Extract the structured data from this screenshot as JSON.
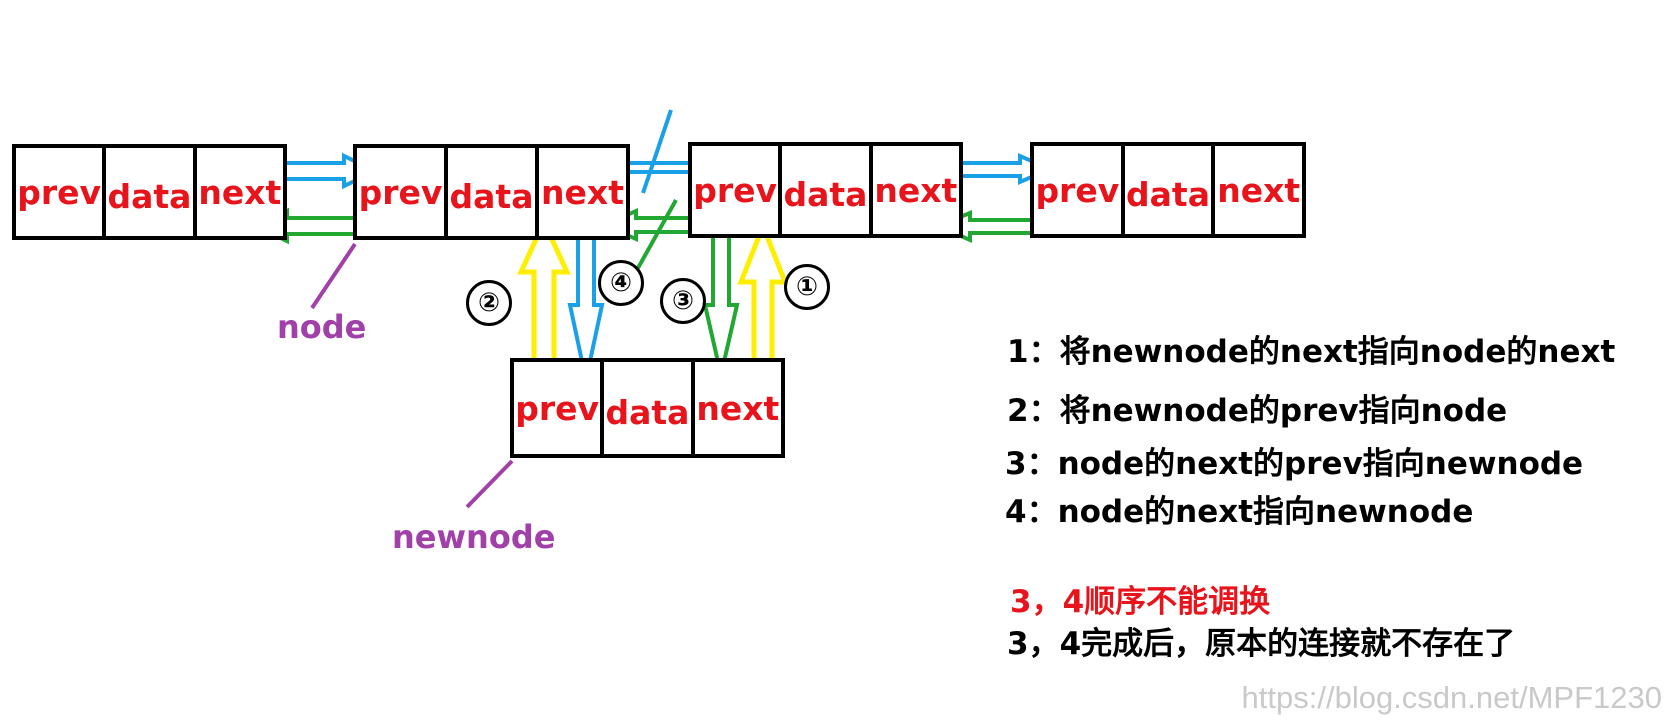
{
  "colors": {
    "cell_text": "#e8141c",
    "next_arrow": "#1aa0e6",
    "prev_arrow": "#22a832",
    "step_arrow_yellow": "#ffee00",
    "pointer_label": "#a040a8",
    "red_note": "#e8141c",
    "watermark": "#c9c9c9"
  },
  "nodes": [
    {
      "cells": [
        "prev",
        "data",
        "next"
      ]
    },
    {
      "cells": [
        "prev",
        "data",
        "next"
      ]
    },
    {
      "cells": [
        "prev",
        "data",
        "next"
      ]
    },
    {
      "cells": [
        "prev",
        "data",
        "next"
      ]
    }
  ],
  "newnode": {
    "cells": [
      "prev",
      "data",
      "next"
    ]
  },
  "labels": {
    "node": "node",
    "newnode": "newnode"
  },
  "steps": {
    "s1": "①",
    "s2": "②",
    "s3": "③",
    "s4": "④"
  },
  "notes": [
    "1：将newnode的next指向node的next",
    "2：将newnode的prev指向node",
    "3：node的next的prev指向newnode",
    "4：node的next指向newnode"
  ],
  "warning": "3，4顺序不能调换",
  "remark": "3，4完成后，原本的连接就不存在了",
  "watermark": "https://blog.csdn.net/MPF1230"
}
